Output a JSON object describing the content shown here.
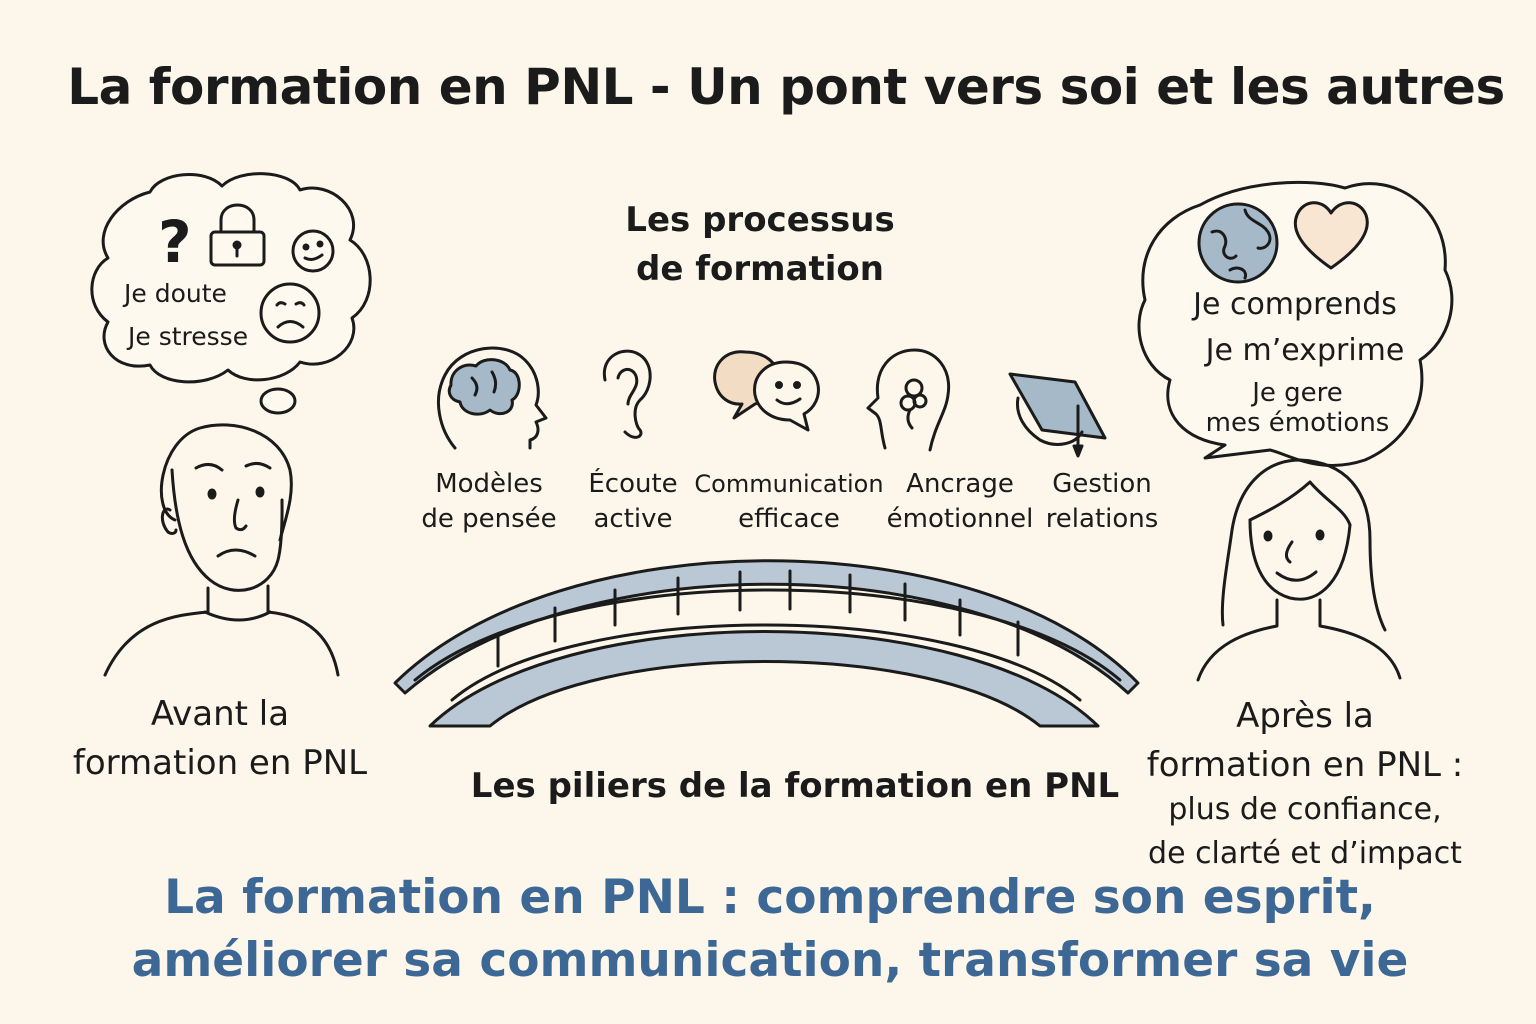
{
  "title": "La formation en PNL - Un pont vers soi et les autres",
  "process": {
    "heading": [
      "Les processus",
      "de formation"
    ],
    "items": [
      {
        "line1": "Modèles",
        "line2": "de pensée",
        "icon": "brain-head-icon"
      },
      {
        "line1": "Écoute",
        "line2": "active",
        "icon": "ear-icon"
      },
      {
        "line1": "Communication",
        "line2": "efficace",
        "icon": "speech-bubbles-icon"
      },
      {
        "line1": "Ancrage",
        "line2": "émotionnel",
        "icon": "flower-head-icon"
      },
      {
        "line1": "Gestion",
        "line2": "relations",
        "icon": "graduation-cap-icon"
      }
    ]
  },
  "before": {
    "thought": {
      "line1": "Je doute",
      "line2": "Je stresse",
      "question_mark": "?",
      "icons": [
        "question-mark-icon",
        "padlock-icon",
        "neutral-face-icon",
        "sad-face-icon"
      ]
    },
    "caption": [
      "Avant la",
      "formation en PNL"
    ]
  },
  "after": {
    "thought": {
      "line1": "Je comprends",
      "line2": "Je m’exprime",
      "line3": "Je gere",
      "line4": "mes émotions",
      "icons": [
        "globe-icon",
        "heart-icon"
      ]
    },
    "caption": [
      "Après la",
      "formation en PNL :"
    ],
    "caption_sub": [
      "plus de confiance,",
      "de clarté et d’impact"
    ]
  },
  "pillars_label": "Les piliers de la formation en PNL",
  "tagline": [
    "La formation en PNL : comprendre son esprit,",
    "améliorer sa communication, transformer sa vie"
  ],
  "colors": {
    "background": "#fcf7ea",
    "ink": "#1b1b1b",
    "bridge": "#b9c8d4",
    "brain": "#a5b9c8",
    "bubble_peach": "#f3dcc4",
    "tagline": "#3d6896"
  }
}
